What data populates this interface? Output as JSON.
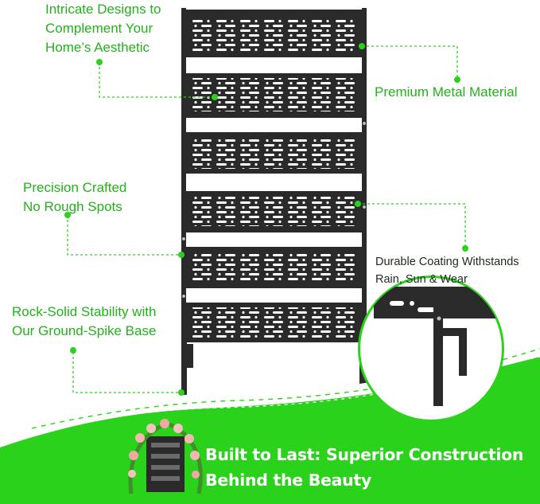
{
  "colors": {
    "accent_green": "#2bd21b",
    "metal": "#2a2a2a",
    "coating_text": "#1f2a1f"
  },
  "callouts": {
    "designs": {
      "line1": "Intricate Designs to",
      "line2": "Complement Your",
      "line3": "Home’s Aesthetic"
    },
    "material": {
      "line1": "Premium Metal Material"
    },
    "precision": {
      "line1": "Precision Crafted",
      "line2": "No Rough Spots"
    },
    "coating": {
      "line1": "Durable Coating Withstands",
      "line2": "Rain, Sun & Wear"
    },
    "stability": {
      "line1": "Rock-Solid Stability with",
      "line2": "Our Ground-Spike Base"
    }
  },
  "banner": {
    "line1": "Built to Last: Superior Construction",
    "line2": "Behind the Beauty"
  },
  "icons": {
    "product": "metal-trellis-panel",
    "inset": "ground-spike-detail",
    "thumbnail": "rose-trellis-thumbnail"
  }
}
